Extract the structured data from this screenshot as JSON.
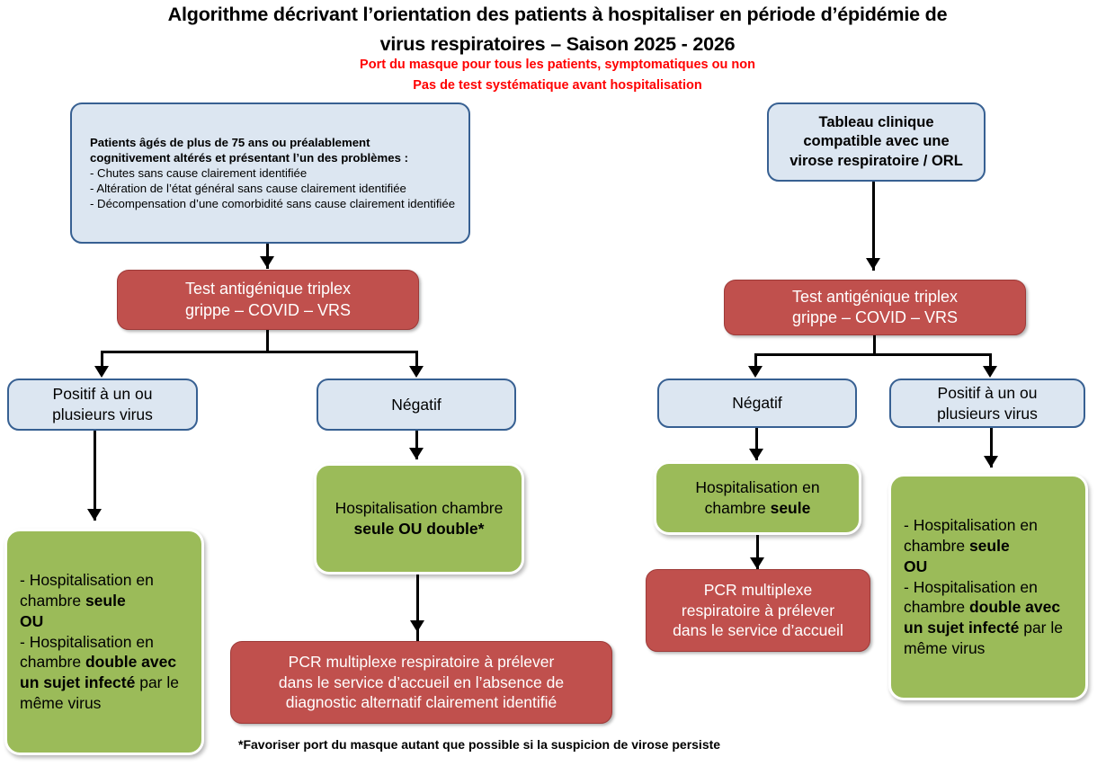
{
  "title": {
    "main_line1": "Algorithme décrivant l’orientation des patients à hospitaliser en période d’épidémie de",
    "main_line2": "virus respiratoires – Saison 2025 - 2026",
    "sub_line1": "Port du masque pour tous les patients, symptomatiques ou non",
    "sub_line2": "Pas de test systématique avant hospitalisation"
  },
  "footnote": "*Favoriser port du masque autant que possible si la suspicion de virose persiste",
  "colors": {
    "blue_fill": "#DCE6F1",
    "blue_border": "#376092",
    "red_fill": "#C0504D",
    "green_fill": "#9BBB59",
    "accent_red_text": "#FF0000",
    "connector": "#000000"
  },
  "left_branch": {
    "criteria_box": {
      "heading_line1": "Patients âgés de plus de 75 ans ou préalablement",
      "heading_line2": "cognitivement altérés et présentant l’un des problèmes :",
      "bullets": [
        "- Chutes sans cause clairement identifiée",
        "- Altération de l’état général sans cause clairement identifiée",
        "- Décompensation d’une comorbidité sans cause clairement identifiée"
      ]
    },
    "test_box": {
      "line1": "Test antigénique triplex",
      "line2": "grippe – COVID – VRS"
    },
    "positive_box": {
      "line1": "Positif à un ou",
      "line2": "plusieurs virus"
    },
    "negative_box": {
      "label": "Négatif"
    },
    "positive_outcome": {
      "seg1": "- Hospitalisation en chambre ",
      "seg2_bold": "seule",
      "seg3_bold": "OU",
      "seg4": "- Hospitalisation en chambre ",
      "seg5_bold": "double avec un sujet infecté",
      "seg6": " par le même virus"
    },
    "negative_outcome": {
      "seg1": "Hospitalisation chambre ",
      "seg2_bold": "seule OU double*"
    },
    "pcr_box": {
      "line1": "PCR multiplexe respiratoire à prélever",
      "line2": "dans le service d’accueil en l’absence de",
      "line3": "diagnostic alternatif clairement identifié"
    }
  },
  "right_branch": {
    "clinical_box": {
      "line1": "Tableau clinique",
      "line2": "compatible avec une",
      "line3": "virose respiratoire / ORL"
    },
    "test_box": {
      "line1": "Test antigénique triplex",
      "line2": "grippe – COVID – VRS"
    },
    "negative_box": {
      "label": "Négatif"
    },
    "positive_box": {
      "line1": "Positif à un ou",
      "line2": "plusieurs virus"
    },
    "negative_outcome": {
      "seg1": "Hospitalisation en chambre ",
      "seg2_bold": "seule"
    },
    "pcr_box": {
      "line1": "PCR multiplexe",
      "line2": "respiratoire à prélever",
      "line3": "dans le service d’accueil"
    },
    "positive_outcome": {
      "seg1": "- Hospitalisation en chambre ",
      "seg2_bold": "seule",
      "seg3_bold": "OU",
      "seg4": "- Hospitalisation en chambre ",
      "seg5_bold": "double avec un sujet infecté",
      "seg6": " par le même virus"
    }
  }
}
